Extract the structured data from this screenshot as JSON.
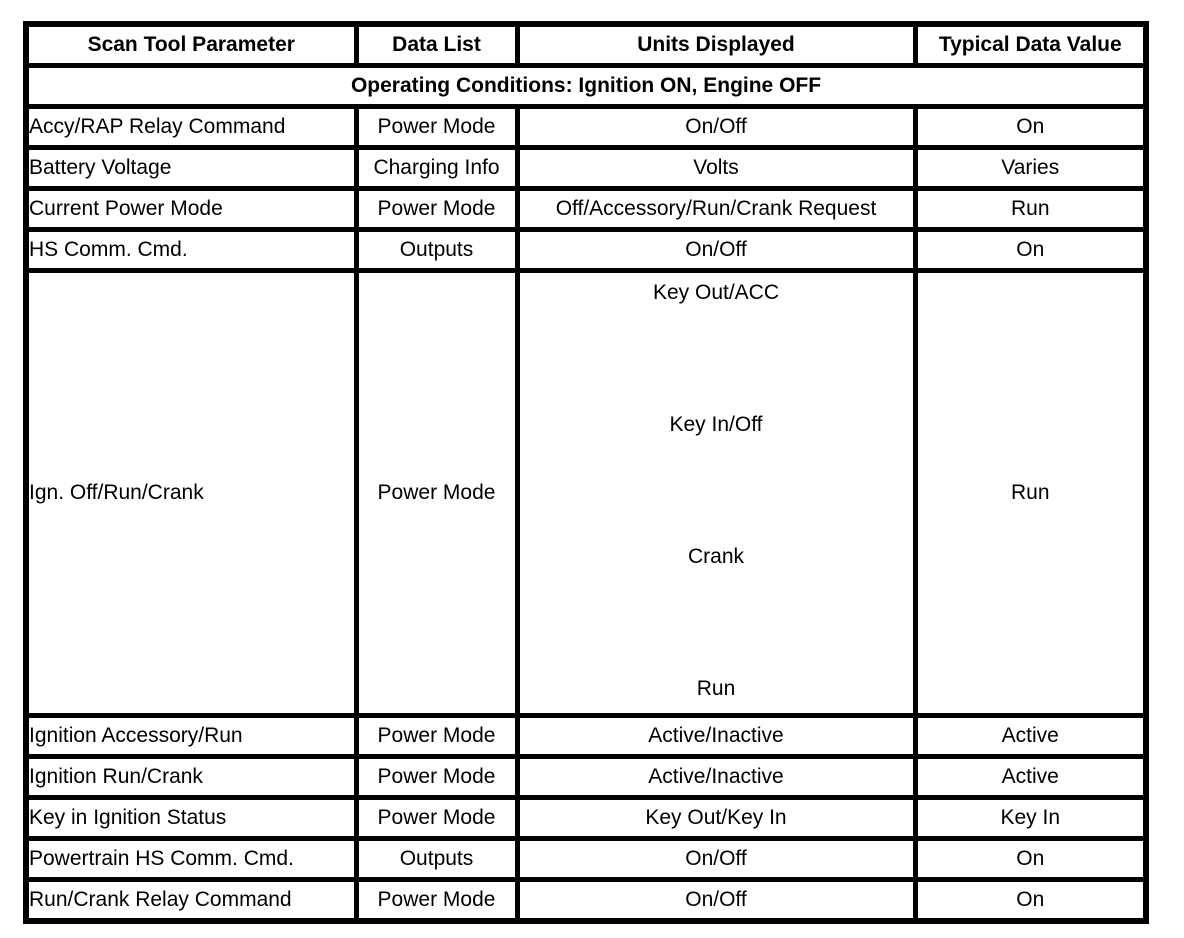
{
  "table": {
    "headers": {
      "parameter": "Scan Tool Parameter",
      "data_list": "Data List",
      "units": "Units Displayed",
      "value": "Typical Data Value"
    },
    "operating_conditions": "Operating Conditions: Ignition ON, Engine OFF",
    "rows": [
      {
        "parameter": "Accy/RAP Relay Command",
        "data_list": "Power Mode",
        "units": "On/Off",
        "value": "On"
      },
      {
        "parameter": "Battery Voltage",
        "data_list": "Charging Info",
        "units": "Volts",
        "value": "Varies"
      },
      {
        "parameter": "Current Power Mode",
        "data_list": "Power Mode",
        "units": "Off/Accessory/Run/Crank Request",
        "value": "Run"
      },
      {
        "parameter": "HS Comm. Cmd.",
        "data_list": "Outputs",
        "units": "On/Off",
        "value": "On"
      },
      {
        "parameter": "Ign. Off/Run/Crank",
        "data_list": "Power Mode",
        "units_list": [
          "Key Out/ACC",
          "Key In/Off",
          "Crank",
          "Run"
        ],
        "value": "Run"
      },
      {
        "parameter": "Ignition Accessory/Run",
        "data_list": "Power Mode",
        "units": "Active/Inactive",
        "value": "Active"
      },
      {
        "parameter": "Ignition Run/Crank",
        "data_list": "Power Mode",
        "units": "Active/Inactive",
        "value": "Active"
      },
      {
        "parameter": "Key in Ignition Status",
        "data_list": "Power Mode",
        "units": "Key Out/Key In",
        "value": "Key In"
      },
      {
        "parameter": "Powertrain HS Comm. Cmd.",
        "data_list": "Outputs",
        "units": "On/Off",
        "value": "On"
      },
      {
        "parameter": "Run/Crank Relay Command",
        "data_list": "Power Mode",
        "units": "On/Off",
        "value": "On"
      }
    ]
  }
}
